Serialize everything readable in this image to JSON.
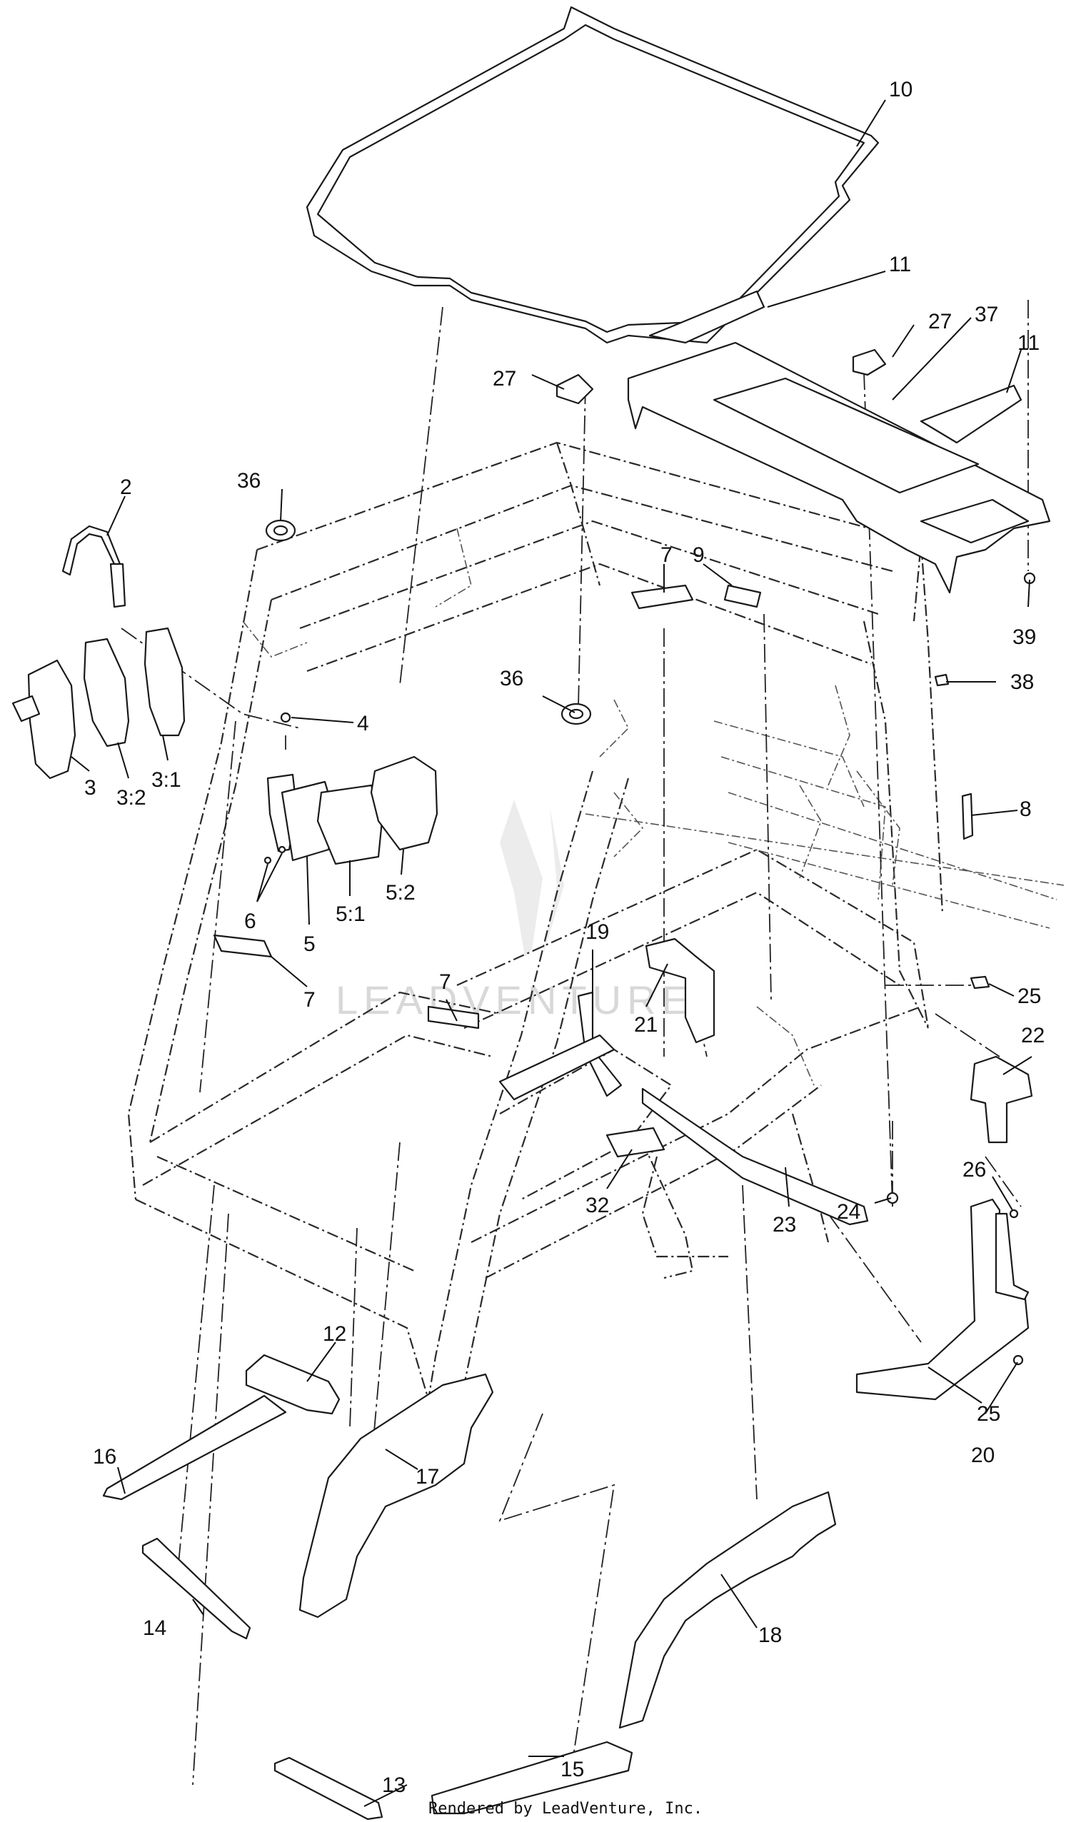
{
  "labels": [
    {
      "id": "10",
      "text": "10"
    },
    {
      "id": "11a",
      "text": "11"
    },
    {
      "id": "27a",
      "text": "27"
    },
    {
      "id": "37",
      "text": "37"
    },
    {
      "id": "11b",
      "text": "11"
    },
    {
      "id": "27b",
      "text": "27"
    },
    {
      "id": "2",
      "text": "2"
    },
    {
      "id": "36a",
      "text": "36"
    },
    {
      "id": "7a",
      "text": "7"
    },
    {
      "id": "9",
      "text": "9"
    },
    {
      "id": "39",
      "text": "39"
    },
    {
      "id": "38",
      "text": "38"
    },
    {
      "id": "36b",
      "text": "36"
    },
    {
      "id": "4",
      "text": "4"
    },
    {
      "id": "3",
      "text": "3"
    },
    {
      "id": "3_2",
      "text": "3:2"
    },
    {
      "id": "3_1",
      "text": "3:1"
    },
    {
      "id": "8",
      "text": "8"
    },
    {
      "id": "6",
      "text": "6"
    },
    {
      "id": "5",
      "text": "5"
    },
    {
      "id": "5_1",
      "text": "5:1"
    },
    {
      "id": "5_2",
      "text": "5:2"
    },
    {
      "id": "7b",
      "text": "7"
    },
    {
      "id": "7c",
      "text": "7"
    },
    {
      "id": "19",
      "text": "19"
    },
    {
      "id": "21",
      "text": "21"
    },
    {
      "id": "25a",
      "text": "25"
    },
    {
      "id": "22",
      "text": "22"
    },
    {
      "id": "32",
      "text": "32"
    },
    {
      "id": "23",
      "text": "23"
    },
    {
      "id": "26",
      "text": "26"
    },
    {
      "id": "24",
      "text": "24"
    },
    {
      "id": "25b",
      "text": "25"
    },
    {
      "id": "20",
      "text": "20"
    },
    {
      "id": "12",
      "text": "12"
    },
    {
      "id": "16",
      "text": "16"
    },
    {
      "id": "17",
      "text": "17"
    },
    {
      "id": "14",
      "text": "14"
    },
    {
      "id": "18",
      "text": "18"
    },
    {
      "id": "15",
      "text": "15"
    },
    {
      "id": "13",
      "text": "13"
    }
  ],
  "footer": "Rendered by LeadVenture, Inc.",
  "watermark": "LEADVENTURE"
}
